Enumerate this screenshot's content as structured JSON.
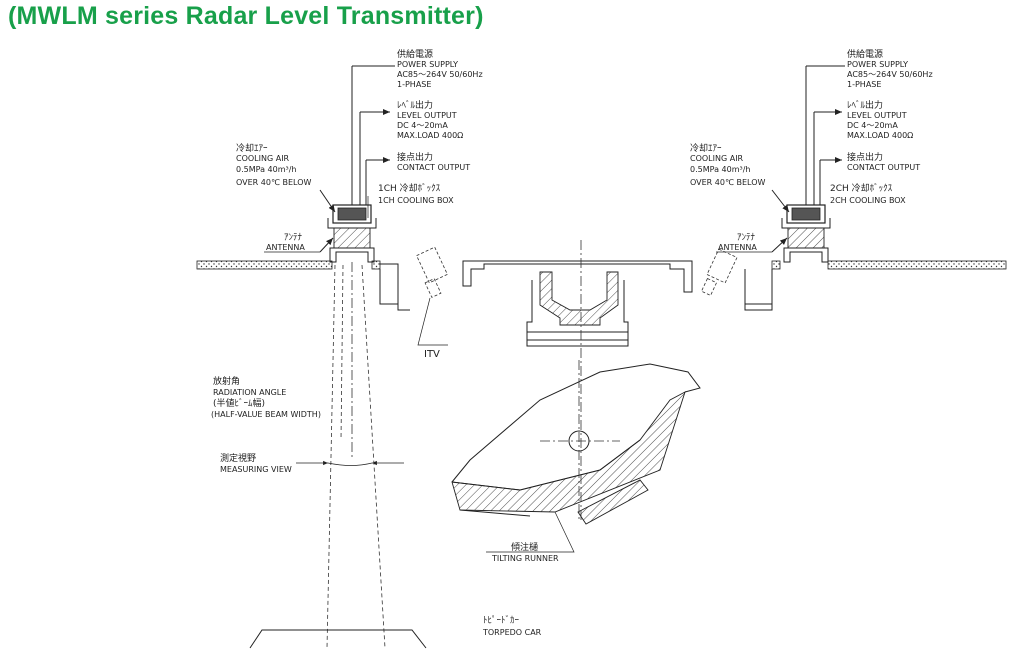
{
  "title": "(MWLM series Radar Level Transmitter)",
  "left_unit": {
    "power_jp": "供給電源",
    "power_en": "POWER SUPPLY",
    "power_spec": "AC85～264V 50/60Hz",
    "power_phase": "1-PHASE",
    "level_jp": "ﾚﾍﾞﾙ出力",
    "level_en": "LEVEL OUTPUT",
    "level_spec": "DC 4～20mA",
    "level_load": "MAX.LOAD 400Ω",
    "contact_jp": "接点出力",
    "contact_en": "CONTACT OUTPUT",
    "cooling_jp": "冷却ｴｱｰ",
    "cooling_en": "COOLING AIR",
    "cooling_spec": "0.5MPa   40m³/h",
    "cooling_temp": "OVER 40℃ BELOW",
    "box_jp": "1CH 冷却ﾎﾞｯｸｽ",
    "box_en": "1CH COOLING BOX",
    "antenna_jp": "ｱﾝﾃﾅ",
    "antenna_en": "ANTENNA"
  },
  "right_unit": {
    "power_jp": "供給電源",
    "power_en": "POWER SUPPLY",
    "power_spec": "AC85～264V 50/60Hz",
    "power_phase": "1-PHASE",
    "level_jp": "ﾚﾍﾞﾙ出力",
    "level_en": "LEVEL OUTPUT",
    "level_spec": "DC 4～20mA",
    "level_load": "MAX.LOAD 400Ω",
    "contact_jp": "接点出力",
    "contact_en": "CONTACT OUTPUT",
    "cooling_jp": "冷却ｴｱｰ",
    "cooling_en": "COOLING AIR",
    "cooling_spec": "0.5MPa   40m³/h",
    "cooling_temp": "OVER 40℃ BELOW",
    "box_jp": "2CH 冷却ﾎﾞｯｸｽ",
    "box_en": "2CH COOLING BOX",
    "antenna_jp": "ｱﾝﾃﾅ",
    "antenna_en": "ANTENNA"
  },
  "labels": {
    "itv": "ITV",
    "radiation_jp": "放射角",
    "radiation_en": "RADIATION ANGLE",
    "half_jp": "(半値ﾋﾞｰﾑ幅)",
    "half_en": "(HALF-VALUE BEAM WIDTH)",
    "measuring_jp": "測定視野",
    "measuring_en": "MEASURING VIEW",
    "tilting_jp": "傾注樋",
    "tilting_en": "TILTING RUNNER",
    "torpedo_jp": "ﾄﾋﾟｰﾄﾞｶｰ",
    "torpedo_en": "TORPEDO CAR"
  }
}
